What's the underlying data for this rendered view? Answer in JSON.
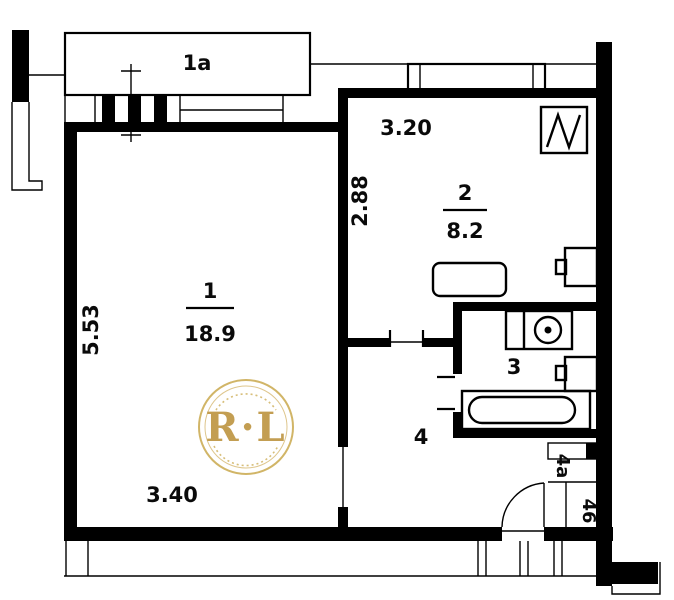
{
  "plan": {
    "balcony": {
      "label": "1a"
    },
    "room1": {
      "number": "1",
      "area": "18.9",
      "dim_side": "5.53",
      "dim_bottom": "3.40"
    },
    "room2": {
      "number": "2",
      "area": "8.2",
      "dim_top": "3.20",
      "dim_side": "2.88"
    },
    "room3": {
      "number": "3"
    },
    "room4": {
      "number": "4"
    },
    "closet": {
      "label": "4a"
    },
    "storage": {
      "label": "46"
    }
  },
  "watermark": {
    "monogram": "R·L"
  },
  "colors": {
    "ink": "#000000",
    "gold": "#bd9440",
    "gold_light": "#c9a84c"
  }
}
